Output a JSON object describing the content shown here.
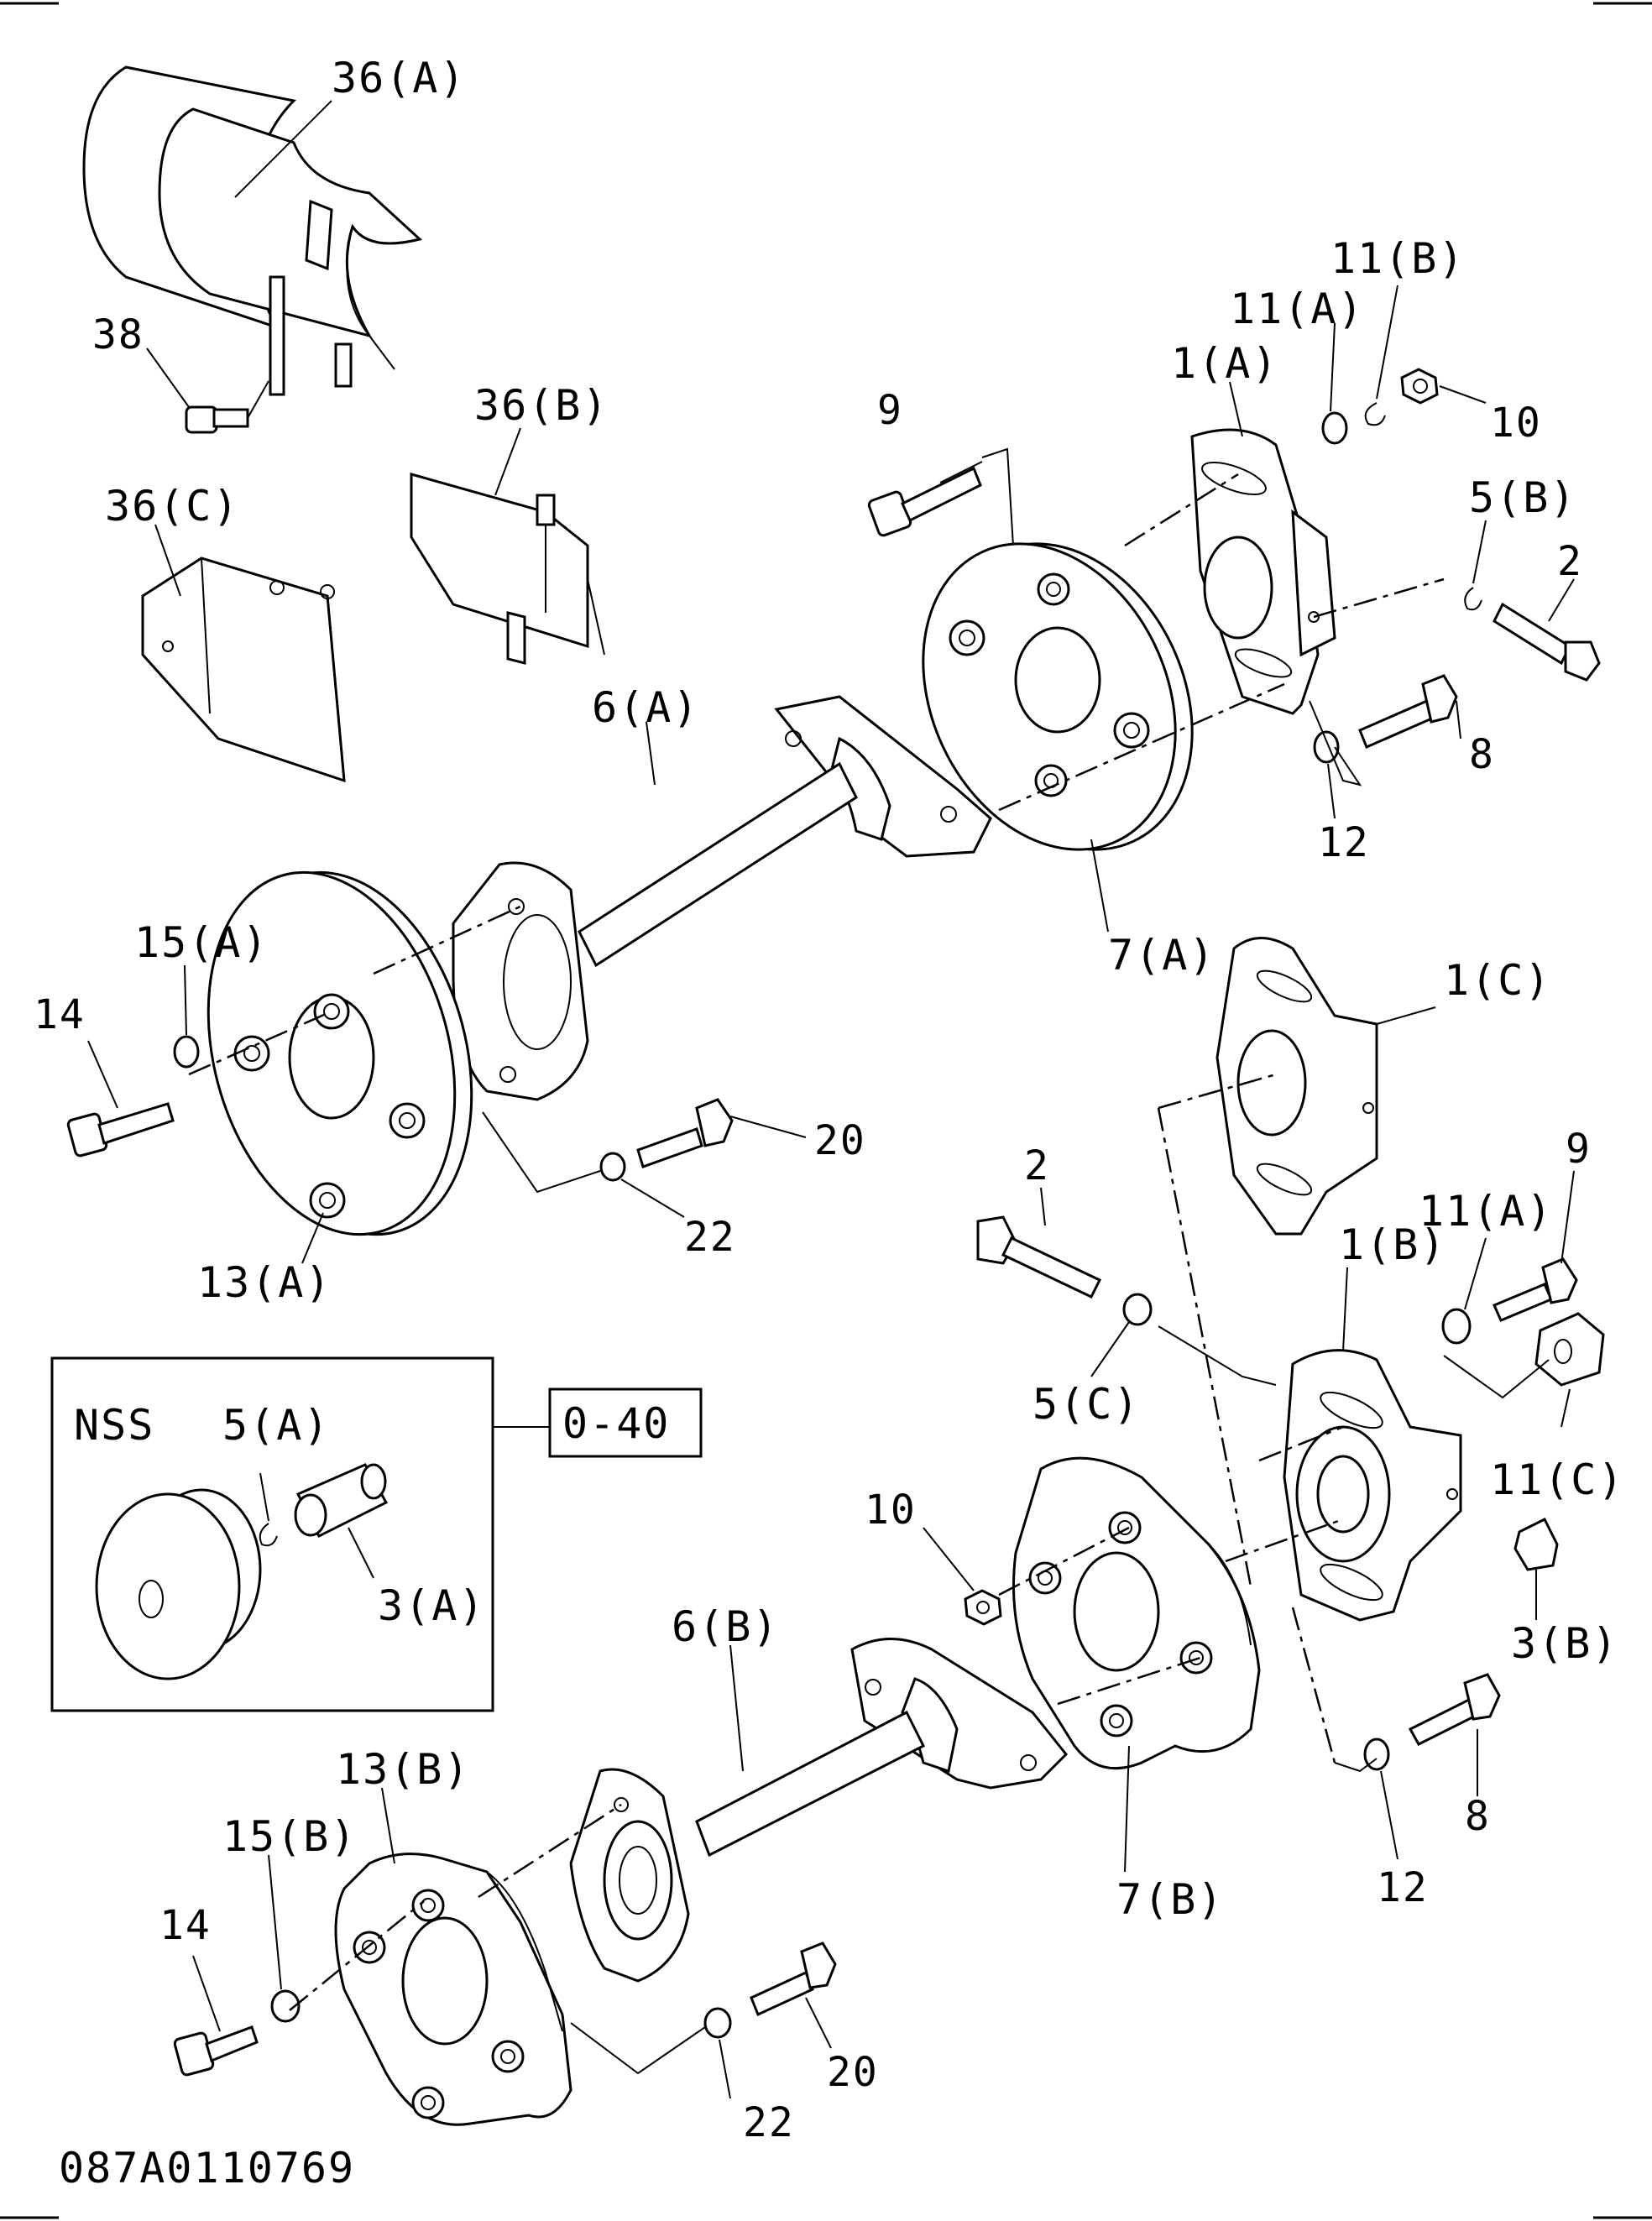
{
  "diagram": {
    "labels": {
      "p36a": "36(A)",
      "p38": "38",
      "p36b": "36(B)",
      "p36c": "36(C)",
      "p9_top": "9",
      "p11b_top": "11(B)",
      "p11a_top": "11(A)",
      "p1a": "1(A)",
      "p10_top": "10",
      "p5b": "5(B)",
      "p2_top": "2",
      "p8_top": "8",
      "p12_top": "12",
      "p6a": "6(A)",
      "p7a": "7(A)",
      "p1c": "1(C)",
      "p15a": "15(A)",
      "p14_top": "14",
      "p20_top": "20",
      "p22_top": "22",
      "p13a": "13(A)",
      "p2_mid": "2",
      "p9_mid": "9",
      "p11a_mid": "11(A)",
      "p1b": "1(B)",
      "p5c": "5(C)",
      "p11c": "11(C)",
      "p10_mid": "10",
      "p3b": "3(B)",
      "p6b": "6(B)",
      "p8_bot": "8",
      "p12_bot": "12",
      "p7b": "7(B)",
      "p13b": "13(B)",
      "p15b": "15(B)",
      "p14_bot": "14",
      "p20_bot": "20",
      "p22_bot": "22"
    },
    "inset": {
      "nss": "NSS",
      "p5a": "5(A)",
      "p3a": "3(A)",
      "ref": "0-40"
    },
    "drawing_number": "087A0110769"
  }
}
